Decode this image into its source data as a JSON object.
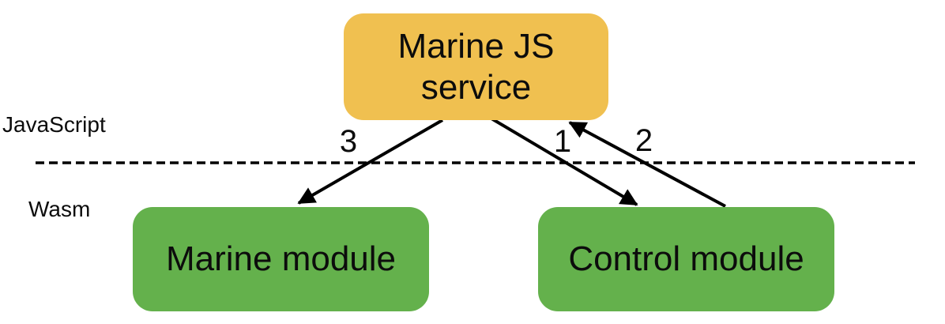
{
  "diagram": {
    "background": "#ffffff",
    "line_color": "#000000",
    "text_color": "#0c0c0c",
    "layer_labels": {
      "javascript": "JavaScript",
      "wasm": "Wasm"
    },
    "nodes": {
      "marine_js_service": {
        "label": "Marine JS service",
        "fill": "#F0C050"
      },
      "marine_module": {
        "label": "Marine module",
        "fill": "#64B14C"
      },
      "control_module": {
        "label": "Control module",
        "fill": "#64B14C"
      }
    },
    "arrows": [
      {
        "label": "1",
        "from": "marine_js_service",
        "to": "control_module"
      },
      {
        "label": "2",
        "from": "control_module",
        "to": "marine_js_service"
      },
      {
        "label": "3",
        "from": "marine_js_service",
        "to": "marine_module"
      }
    ]
  }
}
